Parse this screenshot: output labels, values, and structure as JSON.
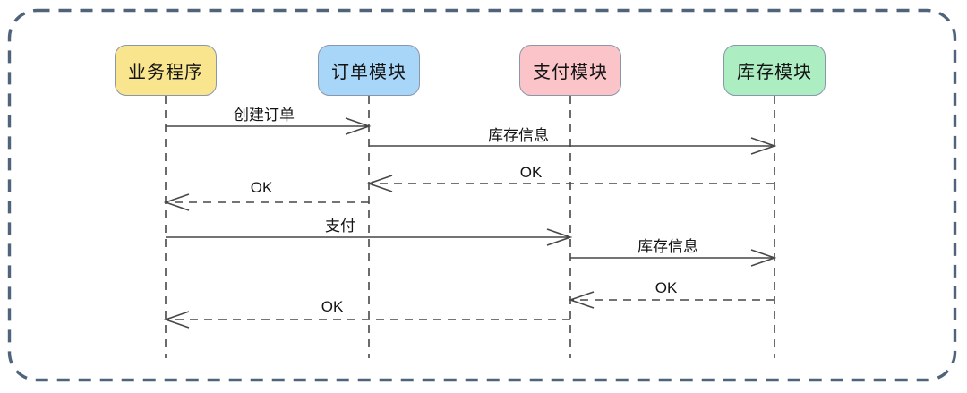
{
  "diagram": {
    "kind": "sequence-diagram",
    "border_color": "#4F637A",
    "line_color": "#474747",
    "actors": [
      {
        "name": "业务程序",
        "color": "#FAE58F"
      },
      {
        "name": "订单模块",
        "color": "#A8D6F8"
      },
      {
        "name": "支付模块",
        "color": "#FAC4C8"
      },
      {
        "name": "库存模块",
        "color": "#ADEDC2"
      }
    ],
    "messages": [
      {
        "from": "业务程序",
        "to": "订单模块",
        "label": "创建订单",
        "style": "solid"
      },
      {
        "from": "订单模块",
        "to": "库存模块",
        "label": "库存信息",
        "style": "solid"
      },
      {
        "from": "库存模块",
        "to": "订单模块",
        "label": "OK",
        "style": "dashed"
      },
      {
        "from": "订单模块",
        "to": "业务程序",
        "label": "OK",
        "style": "dashed"
      },
      {
        "from": "业务程序",
        "to": "支付模块",
        "label": "支付",
        "style": "solid"
      },
      {
        "from": "支付模块",
        "to": "库存模块",
        "label": "库存信息",
        "style": "solid"
      },
      {
        "from": "库存模块",
        "to": "支付模块",
        "label": "OK",
        "style": "dashed"
      },
      {
        "from": "支付模块",
        "to": "业务程序",
        "label": "OK",
        "style": "dashed"
      }
    ]
  }
}
